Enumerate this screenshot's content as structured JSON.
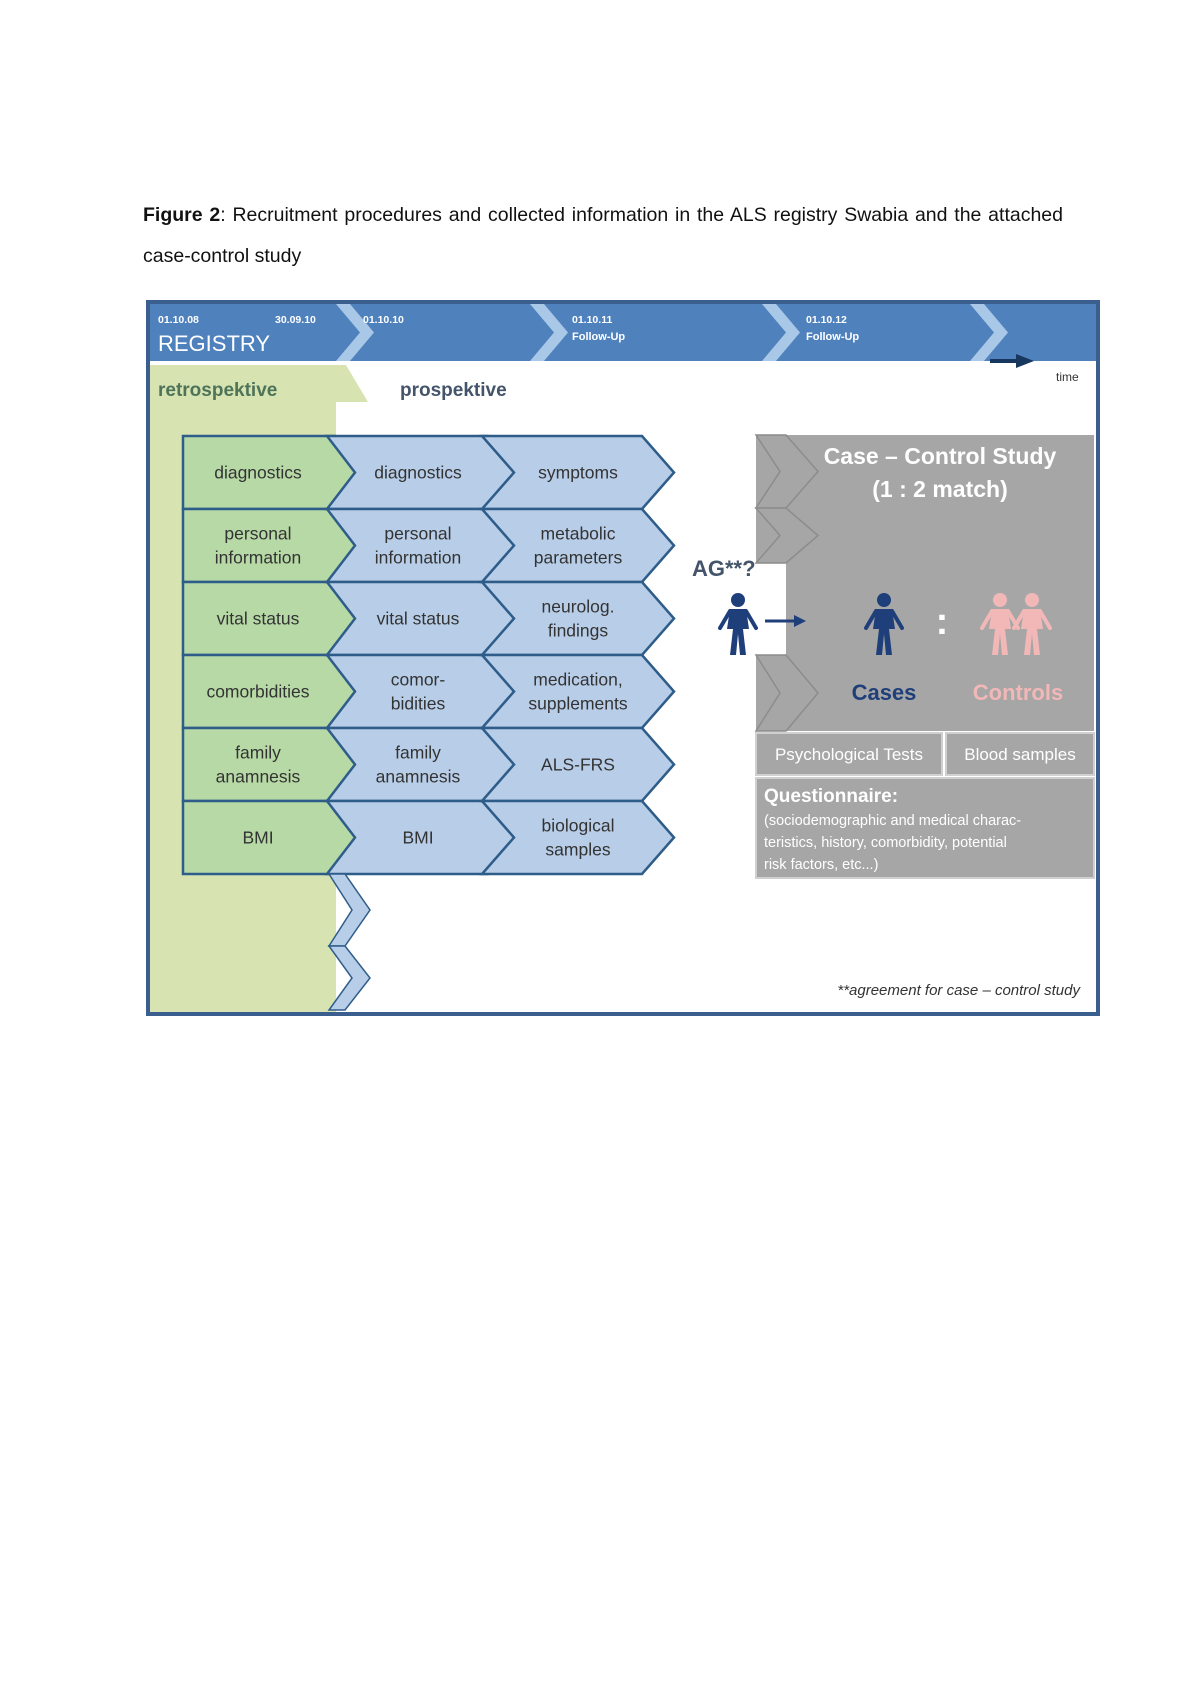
{
  "caption": {
    "label": "Figure 2",
    "text": ": Recruitment procedures and collected information in the ALS registry Swabia and the attached case-control study"
  },
  "timeline": {
    "registry_label": "REGISTRY",
    "date_start": "01.10.08",
    "date_end_retro": "30.09.10",
    "date_start_prosp": "01.10.10",
    "followup1_date": "01.10.11",
    "followup1_label": "Follow-Up",
    "followup2_date": "01.10.12",
    "followup2_label": "Follow-Up",
    "time_label": "time"
  },
  "phases": {
    "retrospective": "retrospektive",
    "prospective": "prospektive"
  },
  "columns": {
    "retrospective": [
      [
        "diagnostics"
      ],
      [
        "personal",
        "information"
      ],
      [
        "vital status"
      ],
      [
        "comorbidities"
      ],
      [
        "family",
        "anamnesis"
      ],
      [
        "BMI"
      ]
    ],
    "prospective": [
      [
        "diagnostics"
      ],
      [
        "personal",
        "information"
      ],
      [
        "vital status"
      ],
      [
        "comor-",
        "bidities"
      ],
      [
        "family",
        "anamnesis"
      ],
      [
        "BMI"
      ]
    ],
    "followup": [
      [
        "symptoms"
      ],
      [
        "metabolic",
        "parameters"
      ],
      [
        "neurolog.",
        "findings"
      ],
      [
        "medication,",
        "supplements"
      ],
      [
        "ALS-FRS"
      ],
      [
        "biological",
        "samples"
      ]
    ]
  },
  "agreement_label": "AG**?",
  "case_control": {
    "title_line1": "Case – Control Study",
    "title_line2": "(1 : 2 match)",
    "ratio_separator": ":",
    "cases_label": "Cases",
    "controls_label": "Controls",
    "psych_tests": "Psychological Tests",
    "blood_samples": "Blood samples",
    "questionnaire_title": "Questionnaire:",
    "questionnaire_lines": [
      "(sociodemographic and medical charac-",
      "teristics, history, comorbidity, potential",
      "risk factors, etc...)"
    ]
  },
  "footnote": "**agreement for case – control study",
  "colors": {
    "header_blue": "#4f81bd",
    "chevron_light": "#a9c8e8",
    "retro_bg": "#d7e4b2",
    "retro_box": "#b7d9a6",
    "prosp_box": "#b8cde8",
    "box_border": "#2e5d8a",
    "gray": "#a6a6a6",
    "cases": "#1f3f7a",
    "controls": "#f2b8b8"
  }
}
